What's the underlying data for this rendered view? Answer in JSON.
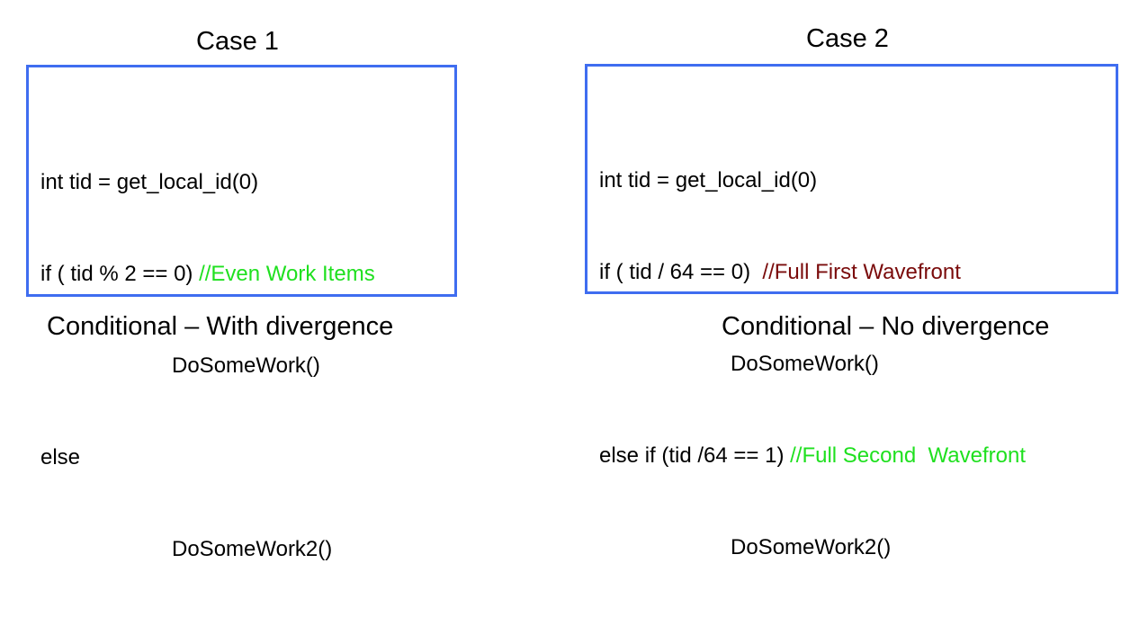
{
  "case1": {
    "title": "Case 1",
    "caption": "Conditional – With divergence",
    "lines": [
      {
        "code": "int tid = get_local_id(0)",
        "comment": ""
      },
      {
        "code": "if ( tid % 2 == 0) ",
        "comment": "//Even Work Items"
      },
      {
        "code": "DoSomeWork()",
        "comment": ""
      },
      {
        "code": "else",
        "comment": ""
      },
      {
        "code": "DoSomeWork2()",
        "comment": ""
      }
    ]
  },
  "case2": {
    "title": "Case 2",
    "caption": "Conditional – No divergence",
    "lines": [
      {
        "code": "int tid = get_local_id(0)",
        "comment": ""
      },
      {
        "code": "if ( tid / 64 == 0)  ",
        "comment": "//Full First Wavefront"
      },
      {
        "code": "DoSomeWork()",
        "comment": ""
      },
      {
        "code": "else if (tid /64 == 1) ",
        "comment": "//Full Second  Wavefront"
      },
      {
        "code": "DoSomeWork2()",
        "comment": ""
      }
    ]
  },
  "colors": {
    "box_border": "#3f6df0",
    "comment_green": "#1fe01f",
    "comment_darkred": "#7a0b0b"
  }
}
